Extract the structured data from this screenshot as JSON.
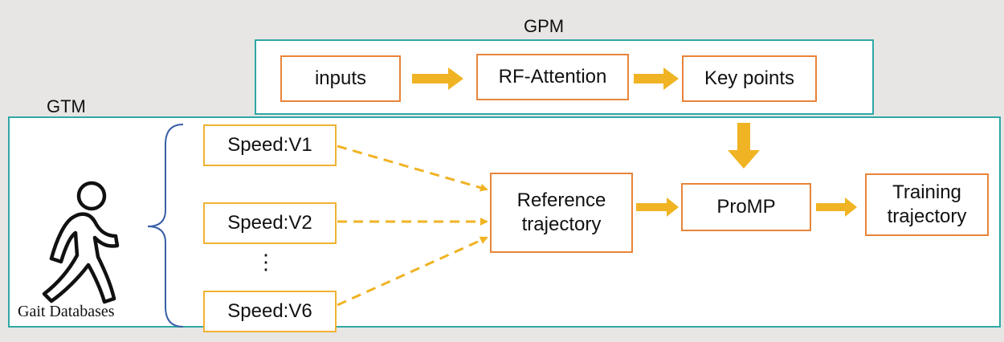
{
  "gpm": {
    "label": "GPM",
    "inputs": "inputs",
    "attention": "RF-Attention",
    "keypoints": "Key points"
  },
  "gtm": {
    "label": "GTM",
    "database_label": "Gait Databases",
    "speeds": [
      "Speed:V1",
      "Speed:V2",
      "Speed:V6"
    ],
    "ellipsis": "⋮",
    "reference": "Reference\ntrajectory",
    "promp": "ProMP",
    "training": "Training\ntrajectory"
  },
  "icons": [
    "walking-person-icon",
    "curly-brace-icon",
    "block-arrow-icon",
    "dashed-arrow-icon"
  ],
  "colors": {
    "container_border": "#2fa8a6",
    "box_border": "#e8843a",
    "speed_border": "#efb233",
    "arrow_fill": "#f0b323",
    "brace": "#3a5fa8",
    "background": "#e7e6e4"
  }
}
